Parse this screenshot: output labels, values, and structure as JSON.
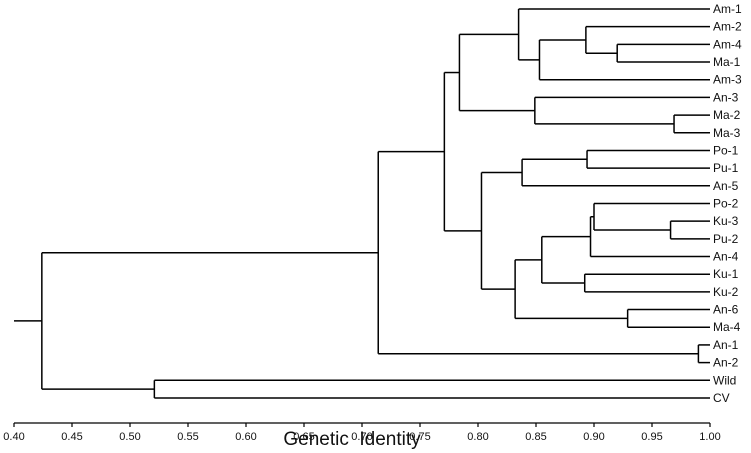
{
  "chart_data": {
    "type": "dendrogram",
    "xlabel": "Genetic  Identity",
    "xlim": [
      0.4,
      1.0
    ],
    "xticks": [
      "0.40",
      "0.45",
      "0.50",
      "0.55",
      "0.60",
      "0.65",
      "0.70",
      "0.75",
      "0.80",
      "0.85",
      "0.90",
      "0.95",
      "1.00"
    ],
    "leaves": [
      "Am-1",
      "Am-2",
      "Am-4",
      "Ma-1",
      "Am-3",
      "An-3",
      "Ma-2",
      "Ma-3",
      "Po-1",
      "Pu-1",
      "An-5",
      "Po-2",
      "Ku-3",
      "Pu-2",
      "An-4",
      "Ku-1",
      "Ku-2",
      "An-6",
      "Ma-4",
      "An-1",
      "An-2",
      "Wild",
      "CV"
    ],
    "merges": [
      {
        "id": "m1",
        "children": [
          "Am-4",
          "Ma-1"
        ],
        "height": 0.92
      },
      {
        "id": "m2",
        "children": [
          "Am-2",
          "m1"
        ],
        "height": 0.893
      },
      {
        "id": "m3",
        "children": [
          "m2",
          "Am-3"
        ],
        "height": 0.853
      },
      {
        "id": "m4",
        "children": [
          "Am-1",
          "m3"
        ],
        "height": 0.835
      },
      {
        "id": "m5",
        "children": [
          "Ma-2",
          "Ma-3"
        ],
        "height": 0.969
      },
      {
        "id": "m6",
        "children": [
          "An-3",
          "m5"
        ],
        "height": 0.849
      },
      {
        "id": "m7",
        "children": [
          "m4",
          "m6"
        ],
        "height": 0.784
      },
      {
        "id": "m8",
        "children": [
          "Po-1",
          "Pu-1"
        ],
        "height": 0.894
      },
      {
        "id": "m9",
        "children": [
          "m8",
          "An-5"
        ],
        "height": 0.838
      },
      {
        "id": "m10",
        "children": [
          "Ku-3",
          "Pu-2"
        ],
        "height": 0.966
      },
      {
        "id": "m11",
        "children": [
          "Po-2",
          "m10"
        ],
        "height": 0.9
      },
      {
        "id": "m12",
        "children": [
          "m11",
          "An-4"
        ],
        "height": 0.897
      },
      {
        "id": "m13",
        "children": [
          "Ku-1",
          "Ku-2"
        ],
        "height": 0.892
      },
      {
        "id": "m14",
        "children": [
          "m12",
          "m13"
        ],
        "height": 0.855
      },
      {
        "id": "m15",
        "children": [
          "An-6",
          "Ma-4"
        ],
        "height": 0.929
      },
      {
        "id": "m16",
        "children": [
          "m14",
          "m15"
        ],
        "height": 0.832
      },
      {
        "id": "m17",
        "children": [
          "m9",
          "m16"
        ],
        "height": 0.803
      },
      {
        "id": "m18",
        "children": [
          "m7",
          "m17"
        ],
        "height": 0.771
      },
      {
        "id": "m19",
        "children": [
          "An-1",
          "An-2"
        ],
        "height": 0.99
      },
      {
        "id": "m20",
        "children": [
          "m18",
          "m19"
        ],
        "height": 0.714
      },
      {
        "id": "m21",
        "children": [
          "Wild",
          "CV"
        ],
        "height": 0.521
      },
      {
        "id": "m22",
        "children": [
          "m20",
          "m21"
        ],
        "height": 0.424
      }
    ],
    "root_stub_to": 0.4,
    "grid": false
  }
}
